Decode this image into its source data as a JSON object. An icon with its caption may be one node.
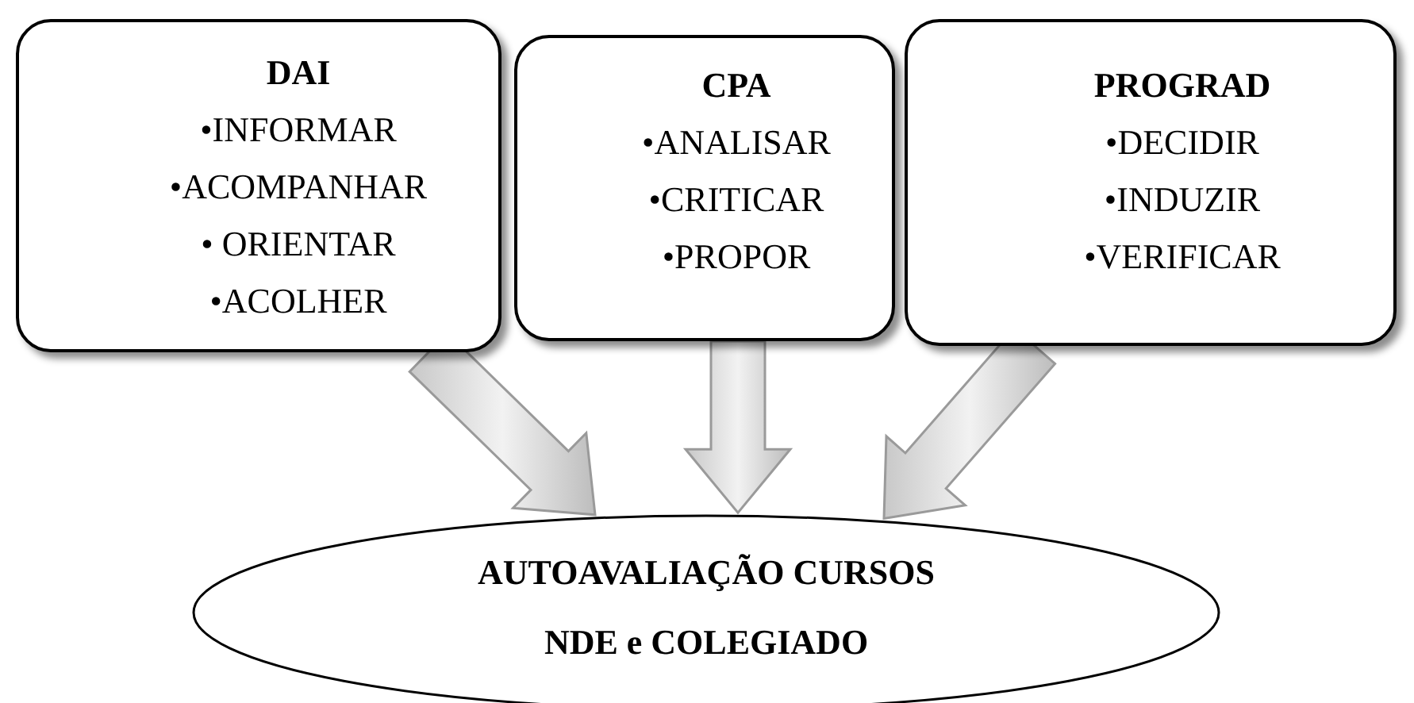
{
  "diagram": {
    "nodes": [
      {
        "text": [
          "DAI",
          "•INFORMAR",
          "•ACOMPANHAR",
          "• ORIENTAR",
          "•ACOLHER"
        ]
      },
      {
        "text": [
          "CPA",
          "•ANALISAR",
          "•CRITICAR",
          "•PROPOR"
        ]
      },
      {
        "text": [
          "PROGRAD",
          "•DECIDIR",
          "•INDUZIR",
          "•VERIFICAR"
        ]
      },
      {
        "text": [
          "AUTOAVALIAÇÃO CURSOS",
          "NDE e COLEGIADO"
        ]
      }
    ],
    "edges": [
      {
        "from": 0,
        "to": 3,
        "arrow": "to"
      },
      {
        "from": 1,
        "to": 3,
        "arrow": "to"
      },
      {
        "from": 2,
        "to": 3,
        "arrow": "to"
      }
    ]
  }
}
